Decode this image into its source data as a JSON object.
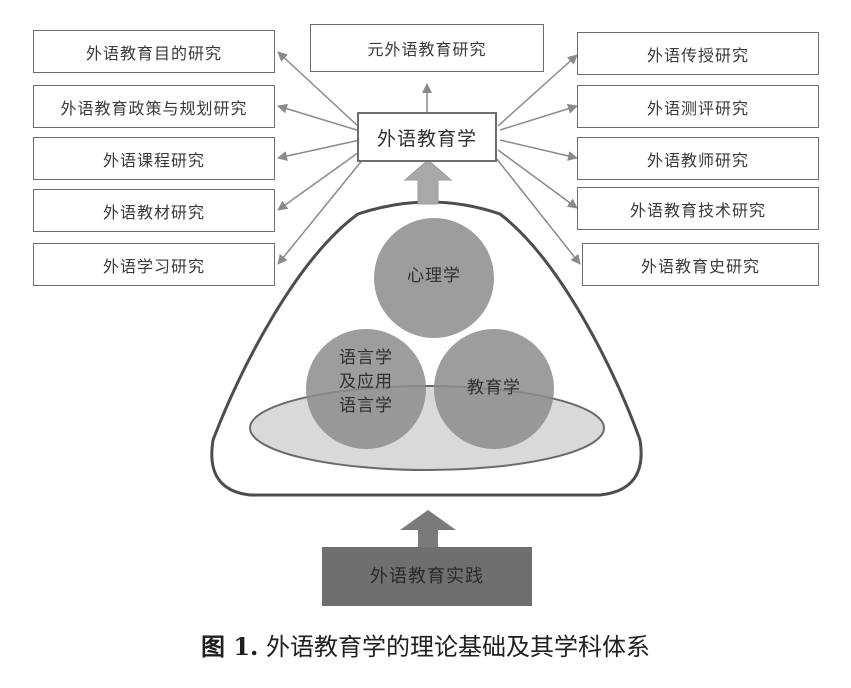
{
  "center": {
    "label": "外语教育学"
  },
  "top": {
    "label": "元外语教育研究"
  },
  "left_boxes": [
    {
      "label": "外语教育目的研究"
    },
    {
      "label": "外语教育政策与规划研究"
    },
    {
      "label": "外语课程研究"
    },
    {
      "label": "外语教材研究"
    },
    {
      "label": "外语学习研究"
    }
  ],
  "right_boxes": [
    {
      "label": "外语传授研究"
    },
    {
      "label": "外语测评研究"
    },
    {
      "label": "外语教师研究"
    },
    {
      "label": "外语教育技术研究"
    },
    {
      "label": "外语教育史研究"
    }
  ],
  "circles": {
    "psychology": "心理学",
    "linguistics_lines": [
      "语言学",
      "及应用",
      "语言学"
    ],
    "education": "教育学"
  },
  "base": {
    "label": "外语教育实践"
  },
  "caption": {
    "number": "图 1.",
    "text": " 外语教育学的理论基础及其学科体系"
  },
  "colors": {
    "circle_fill": "#8c8c8c",
    "arrow_fill": "#a9a9a9",
    "base_fill": "#6f6f6f",
    "ellipse_fill": "#d9d9d9"
  }
}
